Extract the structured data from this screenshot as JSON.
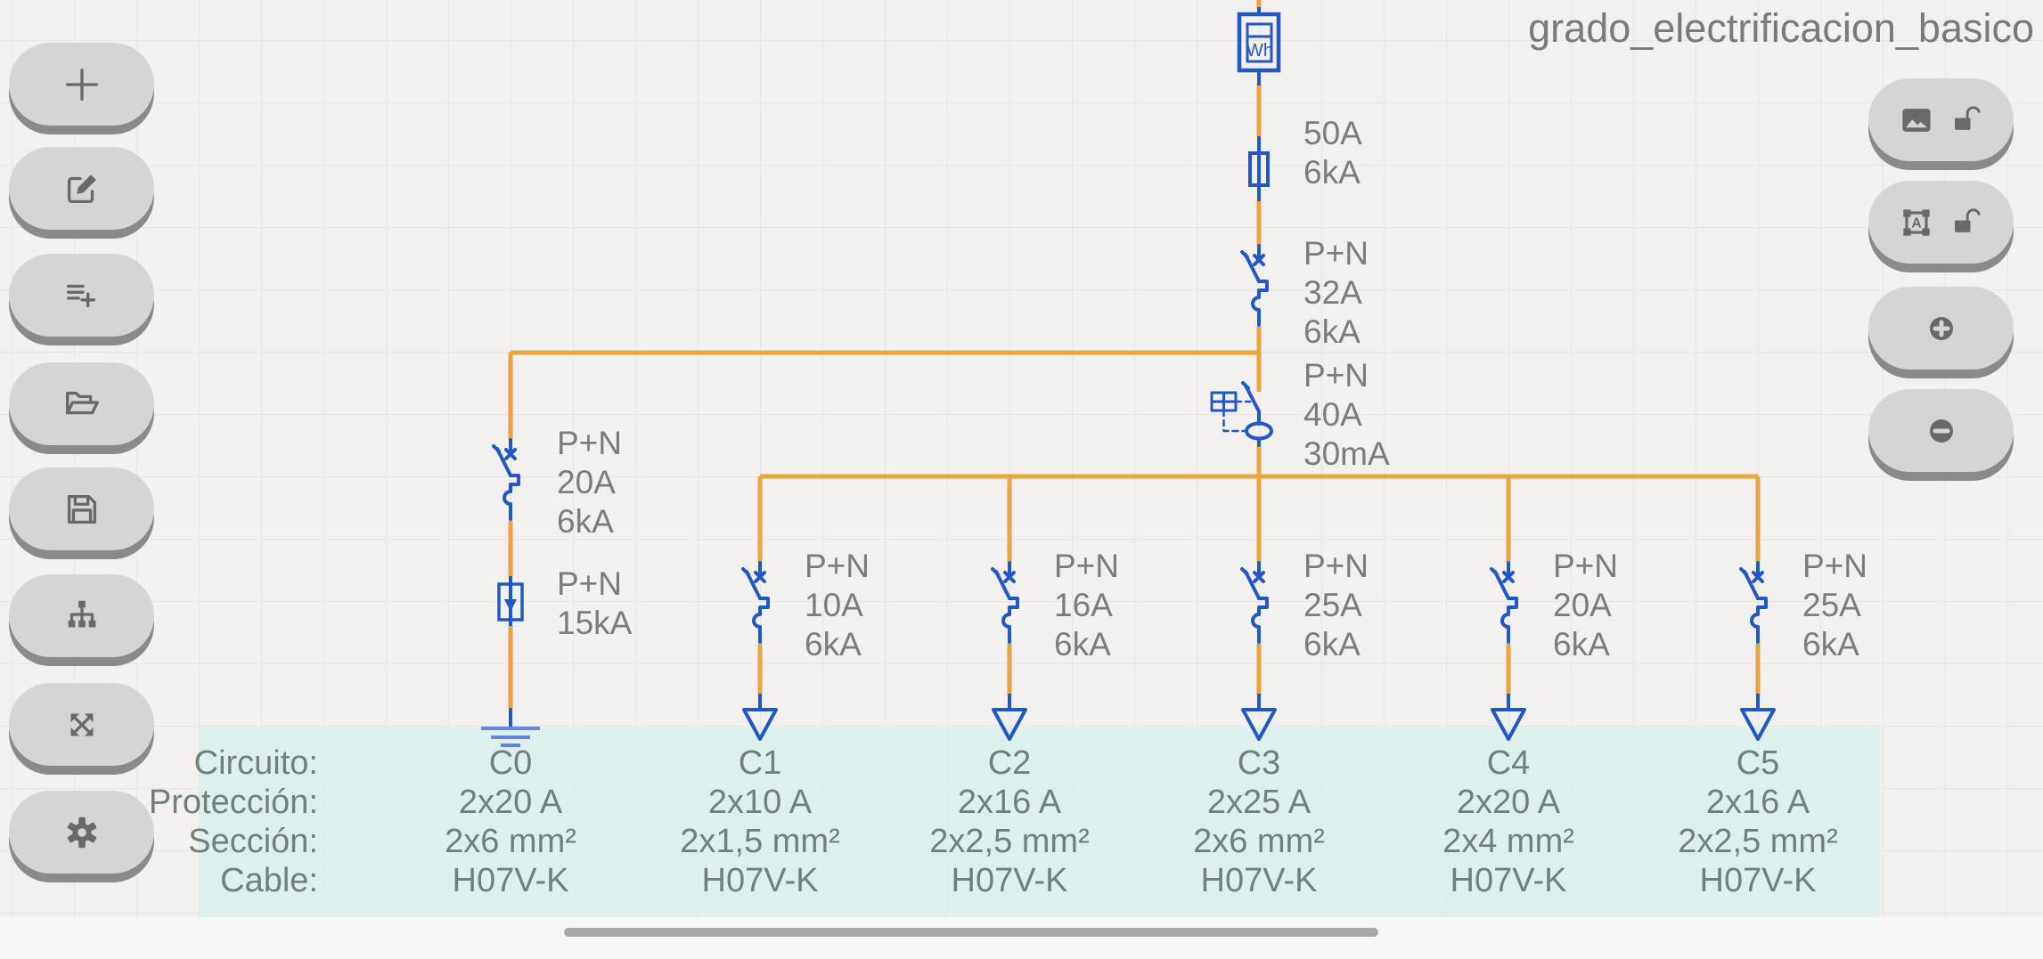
{
  "title": "grado_electrificacion_basico",
  "toolbar_left": {
    "items": [
      {
        "icon": "plus-icon"
      },
      {
        "icon": "edit-icon"
      },
      {
        "icon": "add-list-icon"
      },
      {
        "icon": "open-folder-icon"
      },
      {
        "icon": "save-icon"
      },
      {
        "icon": "hierarchy-icon"
      },
      {
        "icon": "expand-icon"
      },
      {
        "icon": "settings-gear-icon"
      }
    ]
  },
  "toolbar_right": {
    "text_icon_letter": "A",
    "items": [
      {
        "icon": "image-icon",
        "lock": "unlocked"
      },
      {
        "icon": "text-select-icon",
        "lock": "unlocked"
      },
      {
        "icon": "zoom-in-icon"
      },
      {
        "icon": "zoom-out-icon"
      }
    ]
  },
  "colors": {
    "wire": "#EDA43E",
    "device": "#2457C6",
    "label_text": "#7C7C7C",
    "table_bg": "#E1F2EF",
    "canvas_bg": "#F2F1F0"
  },
  "diagram": {
    "meter_label": "Wh",
    "fuse": {
      "l1": "50A",
      "l2": "6kA"
    },
    "main_breaker": {
      "l1": "P+N",
      "l2": "32A",
      "l3": "6kA"
    },
    "rcd": {
      "l1": "P+N",
      "l2": "40A",
      "l3": "30mA"
    },
    "c0_breaker": {
      "l1": "P+N",
      "l2": "20A",
      "l3": "6kA"
    },
    "c0_spd": {
      "l1": "P+N",
      "l2": "15kA"
    },
    "branches": [
      {
        "l1": "P+N",
        "l2": "10A",
        "l3": "6kA"
      },
      {
        "l1": "P+N",
        "l2": "16A",
        "l3": "6kA"
      },
      {
        "l1": "P+N",
        "l2": "25A",
        "l3": "6kA"
      },
      {
        "l1": "P+N",
        "l2": "20A",
        "l3": "6kA"
      },
      {
        "l1": "P+N",
        "l2": "25A",
        "l3": "6kA"
      }
    ]
  },
  "table": {
    "row_labels": [
      "Circuito:",
      "Protección:",
      "Sección:",
      "Cable:"
    ],
    "columns": [
      {
        "circuit": "C0",
        "protection": "2x20 A",
        "section": "2x6 mm²",
        "cable": "H07V-K"
      },
      {
        "circuit": "C1",
        "protection": "2x10 A",
        "section": "2x1,5 mm²",
        "cable": "H07V-K"
      },
      {
        "circuit": "C2",
        "protection": "2x16 A",
        "section": "2x2,5 mm²",
        "cable": "H07V-K"
      },
      {
        "circuit": "C3",
        "protection": "2x25 A",
        "section": "2x6 mm²",
        "cable": "H07V-K"
      },
      {
        "circuit": "C4",
        "protection": "2x20 A",
        "section": "2x4 mm²",
        "cable": "H07V-K"
      },
      {
        "circuit": "C5",
        "protection": "2x16 A",
        "section": "2x2,5 mm²",
        "cable": "H07V-K"
      }
    ]
  }
}
